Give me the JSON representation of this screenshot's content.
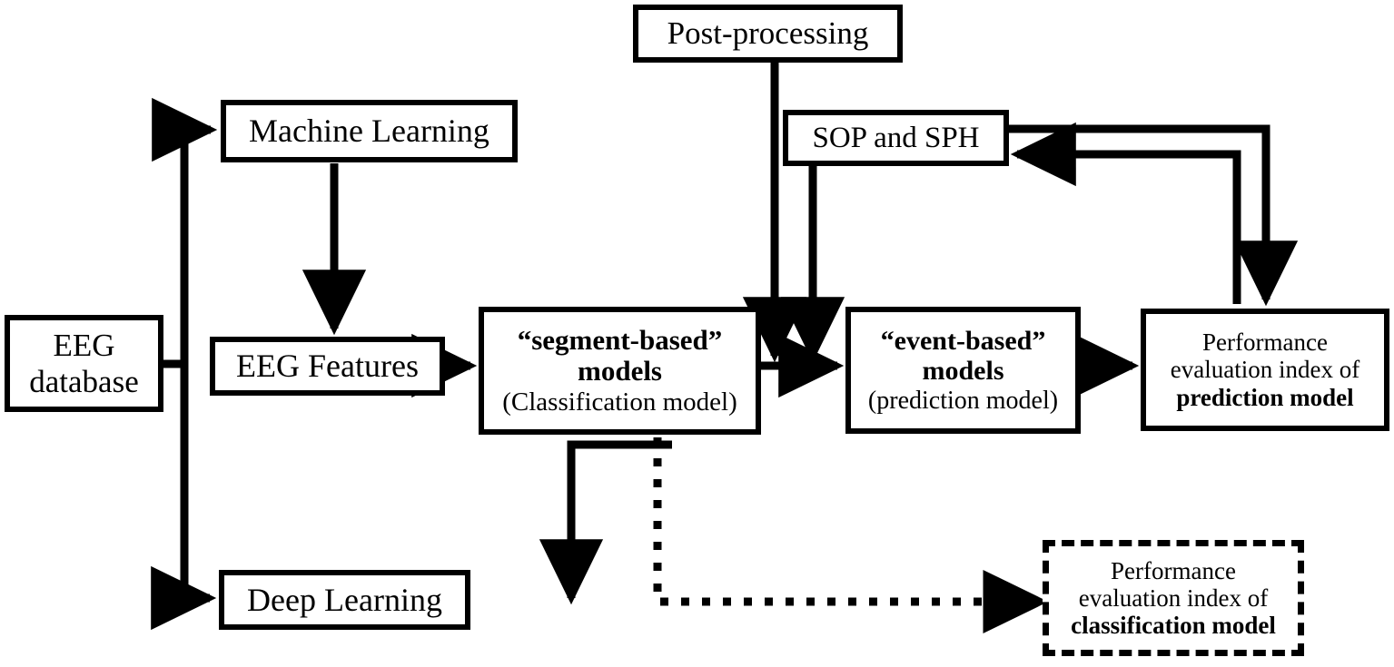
{
  "diagram": {
    "title": "EEG seizure prediction methodology flowchart",
    "stroke_color": "#000000",
    "background_color": "#ffffff",
    "nodes": [
      {
        "id": "eeg-database",
        "lines": [
          {
            "text": "EEG",
            "weight": "regular"
          },
          {
            "text": "database",
            "weight": "regular"
          }
        ]
      },
      {
        "id": "machine-learning",
        "lines": [
          {
            "text": "Machine Learning",
            "weight": "regular"
          }
        ]
      },
      {
        "id": "eeg-features",
        "lines": [
          {
            "text": "EEG Features",
            "weight": "regular"
          }
        ]
      },
      {
        "id": "deep-learning",
        "lines": [
          {
            "text": "Deep Learning",
            "weight": "regular"
          }
        ]
      },
      {
        "id": "post-processing",
        "lines": [
          {
            "text": "Post-processing",
            "weight": "regular"
          }
        ]
      },
      {
        "id": "sop-and-sph",
        "lines": [
          {
            "text": "SOP and SPH",
            "weight": "regular"
          }
        ]
      },
      {
        "id": "segment-based-models",
        "lines": [
          {
            "text": "“segment-based”",
            "weight": "bold"
          },
          {
            "text": "models",
            "weight": "bold"
          },
          {
            "text": "(Classification  model)",
            "weight": "regular"
          }
        ]
      },
      {
        "id": "event-based-models",
        "lines": [
          {
            "text": "“event-based”",
            "weight": "bold"
          },
          {
            "text": "models",
            "weight": "bold"
          },
          {
            "text": "(prediction model)",
            "weight": "regular"
          }
        ]
      },
      {
        "id": "performance-prediction",
        "lines": [
          {
            "text": "Performance",
            "weight": "regular"
          },
          {
            "text": "evaluation  index  of",
            "weight": "regular"
          },
          {
            "text": "prediction model",
            "weight": "bold"
          }
        ]
      },
      {
        "id": "performance-classification",
        "border": "dashed",
        "lines": [
          {
            "text": "Performance",
            "weight": "regular"
          },
          {
            "text": "evaluation  index  of",
            "weight": "regular"
          },
          {
            "text": "classification model",
            "weight": "bold"
          }
        ]
      }
    ],
    "edges": [
      {
        "from": "eeg-database",
        "to": "machine-learning",
        "style": "solid",
        "arrow": true
      },
      {
        "from": "eeg-database",
        "to": "deep-learning",
        "style": "solid",
        "arrow": true
      },
      {
        "from": "machine-learning",
        "to": "eeg-features",
        "style": "solid",
        "arrow": true
      },
      {
        "from": "eeg-features",
        "to": "segment-based-models",
        "style": "solid",
        "arrow": true
      },
      {
        "from": "deep-learning",
        "to": "segment-based-models",
        "style": "solid",
        "arrow": true
      },
      {
        "from": "segment-based-models",
        "to": "event-based-models",
        "style": "solid",
        "arrow": true
      },
      {
        "from": "post-processing",
        "to": "event-based-models",
        "style": "solid",
        "arrow": true
      },
      {
        "from": "sop-and-sph",
        "to": "event-based-models",
        "style": "solid",
        "arrow": true
      },
      {
        "from": "event-based-models",
        "to": "performance-prediction",
        "style": "solid",
        "arrow": true
      },
      {
        "from": "sop-and-sph",
        "to": "performance-prediction",
        "style": "solid",
        "arrow": true
      },
      {
        "from": "performance-prediction",
        "to": "sop-and-sph",
        "style": "solid",
        "arrow": true
      },
      {
        "from": "segment-based-models",
        "to": "performance-classification",
        "style": "dotted",
        "arrow": true
      }
    ]
  }
}
